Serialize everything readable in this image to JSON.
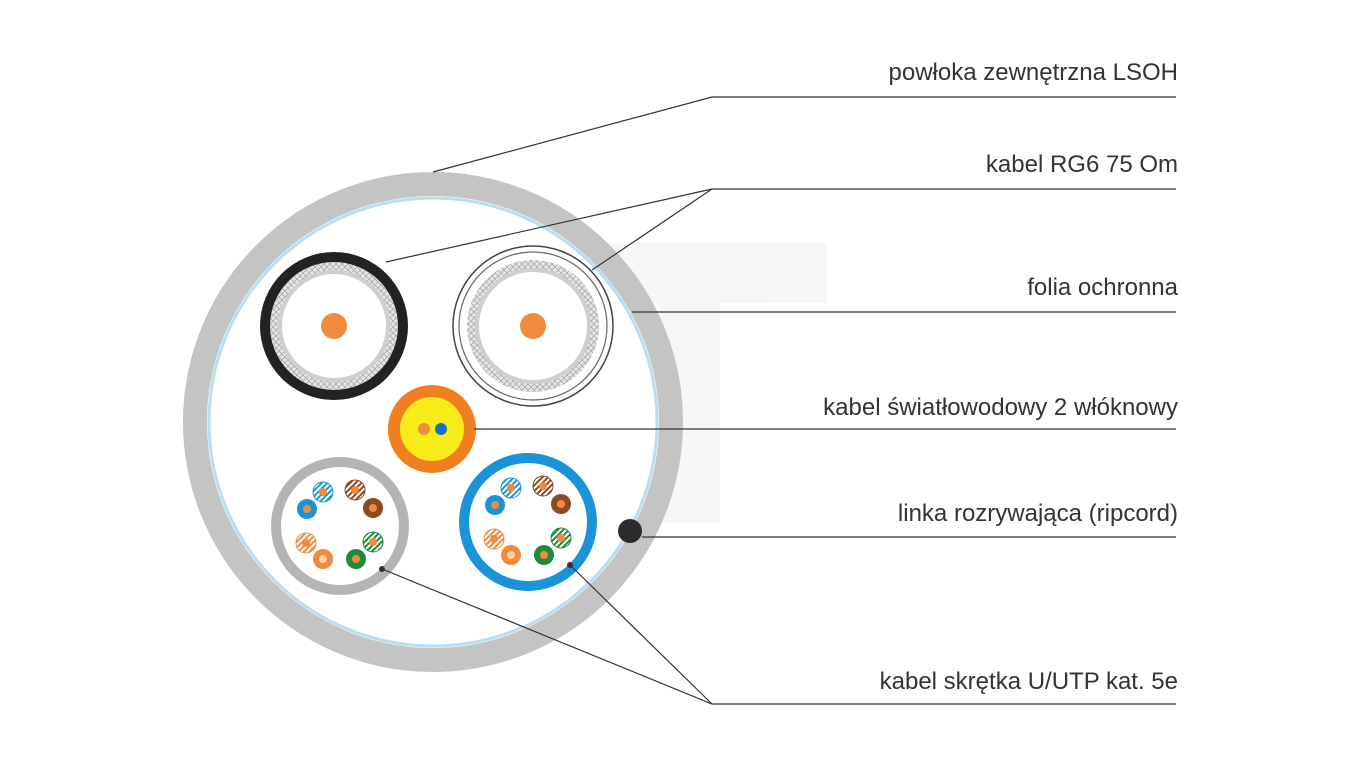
{
  "labels": {
    "outer_jacket": "powłoka zewnętrzna LSOH",
    "coax": "kabel RG6 75 Om",
    "foil": "folia ochronna",
    "fiber": "kabel światłowodowy 2 włóknowy",
    "ripcord": "linka rozrywająca (ripcord)",
    "utp": "kabel skrętka U/UTP kat. 5e"
  },
  "colors": {
    "outer_jacket": "#c4c4c4",
    "foil": "#b9ddf2",
    "coax_black_jacket": "#222222",
    "coax_white_jacket": "#ffffff",
    "conductor": "#f08a3c",
    "fiber_jacket": "#f07f1f",
    "fiber_core": "#f5ec1a",
    "utp_grey_jacket": "#b4b4b4",
    "utp_blue_jacket": "#1a94d6",
    "ripcord": "#2b2b2b",
    "leader_line": "#333333"
  },
  "utp_pairs": [
    "blue",
    "brown",
    "orange",
    "green"
  ]
}
